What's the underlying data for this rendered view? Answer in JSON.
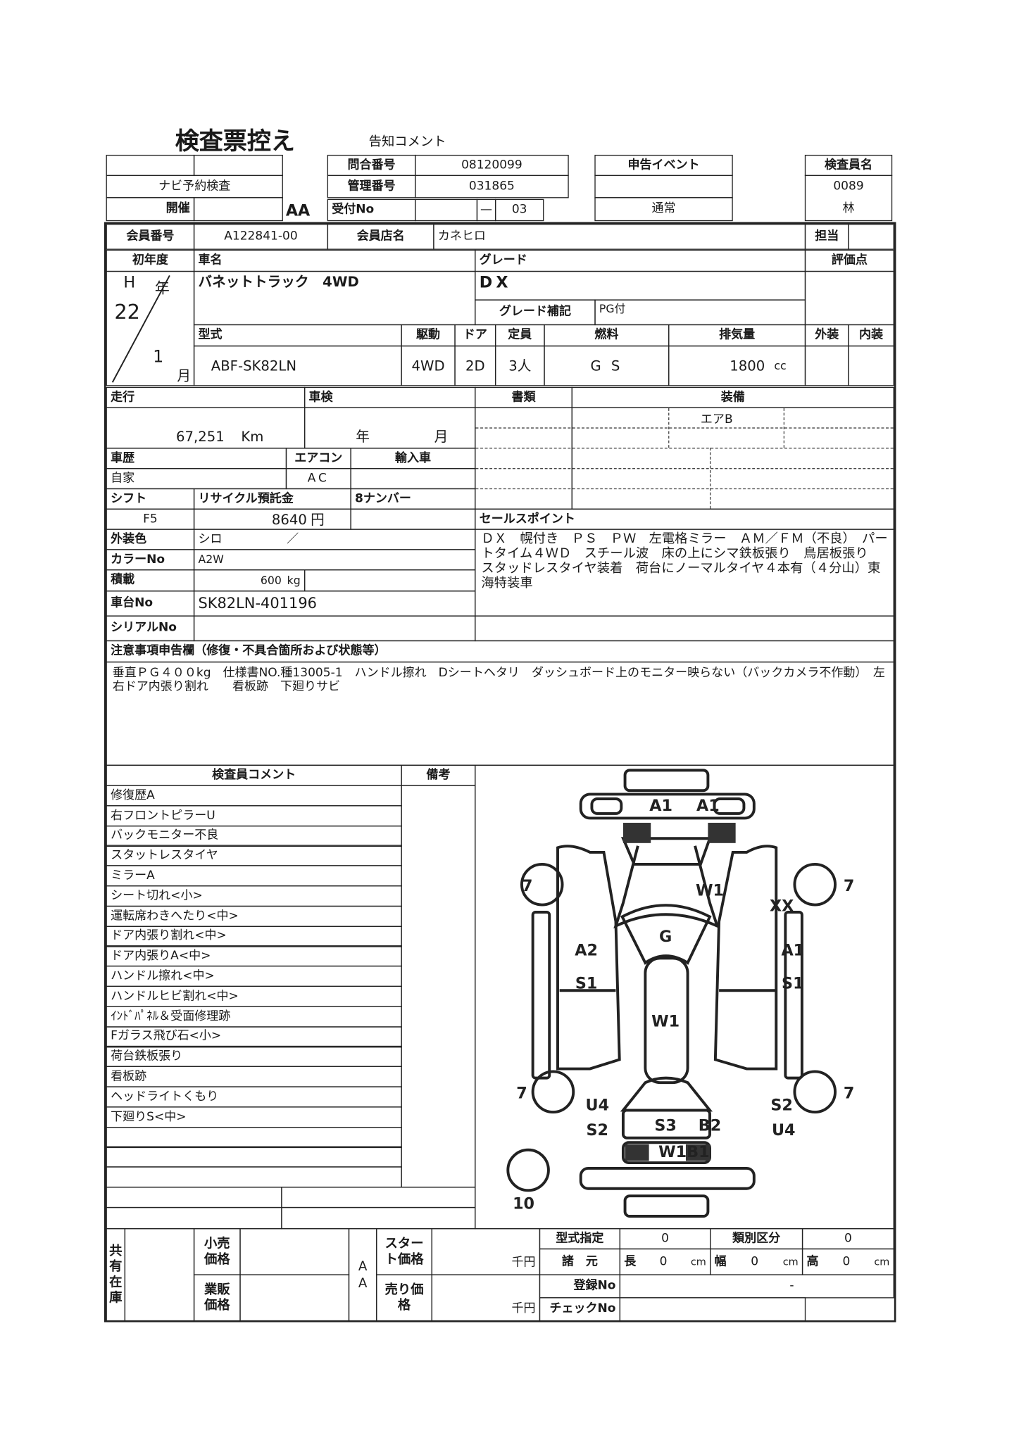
{
  "title": "検査票控え",
  "notice_label": "告知コメント",
  "header": {
    "navi": "ナビ予約検査",
    "kaisai_label": "開催",
    "kaisai_value": "AA",
    "inquiry_label": "問合番号",
    "inquiry_no": "08120099",
    "control_label": "管理番号",
    "control_no": "031865",
    "receipt_label": "受付No",
    "receipt_dash": "—",
    "receipt_no": "03",
    "event_label": "申告イベント",
    "event_value": "通常",
    "inspector_label": "検査員名",
    "inspector_code": "0089",
    "inspector_name": "林"
  },
  "member": {
    "no_label": "会員番号",
    "no": "A122841-00",
    "store_label": "会員店名",
    "store": "カネヒロ",
    "tanto_label": "担当"
  },
  "vehicle": {
    "first_year_label": "初年度",
    "era": "H",
    "year_unit": "年",
    "year": "22",
    "month": "1",
    "month_unit": "月",
    "name_label": "車名",
    "name": "バネットトラック　4WD",
    "grade_label": "グレード",
    "grade": "DX",
    "grade_note_label": "グレード補記",
    "grade_note": "PG付",
    "score_label": "評価点",
    "model_label": "型式",
    "model": "ABF-SK82LN",
    "drive_label": "駆動",
    "drive": "4WD",
    "door_label": "ドア",
    "door": "2D",
    "capacity_label": "定員",
    "capacity": "3人",
    "fuel_label": "燃料",
    "fuel": "G S",
    "displacement_label": "排気量",
    "displacement": "1800",
    "displacement_unit": "cc",
    "exterior_label": "外装",
    "interior_label": "内装"
  },
  "details": {
    "mileage_label": "走行",
    "mileage": "67,251",
    "mileage_unit": "Km",
    "shaken_label": "車検",
    "shaken_year_unit": "年",
    "shaken_month_unit": "月",
    "docs_label": "書類",
    "equipment_label": "装備",
    "equipment_item": "エアB",
    "history_label": "車歴",
    "history": "自家",
    "aircon_label": "エアコン",
    "aircon": "AC",
    "import_label": "輸入車",
    "shift_label": "シフト",
    "shift": "F5",
    "recycle_label": "リサイクル預託金",
    "recycle": "8640",
    "recycle_unit": "円",
    "eight_label": "8ナンバー",
    "color_label": "外装色",
    "color": "シロ",
    "color_sep": "／",
    "color_no_label": "カラーNo",
    "color_no": "A2W",
    "load_label": "積載",
    "load": "600",
    "load_unit": "kg",
    "chassis_label": "車台No",
    "chassis": "SK82LN-401196",
    "serial_label": "シリアルNo",
    "sales_label": "セールスポイント",
    "sales_text": "ＤＸ　幌付き　ＰＳ　ＰＷ　左電格ミラー　ＡＭ／ＦＭ（不良）　パートタイム４ＷＤ　スチール波　床の上にシマ鉄板張り　鳥居板張り　スタッドレスタイヤ装着　荷台にノーマルタイヤ４本有（４分山）東海特装車"
  },
  "notes": {
    "label": "注意事項申告欄（修復・不具合箇所および状態等）",
    "text": "垂直ＰＧ４００kg　仕様書NO.種13005-1　ハンドル擦れ　Dシートヘタリ　ダッシュボード上のモニター映らない（バックカメラ不作動）　左右ドア内張り割れ　　看板跡　下廻りサビ"
  },
  "inspector_comments": {
    "label": "検査員コメント",
    "remarks_label": "備考",
    "items": [
      "修復歴A",
      "右フロントピラーU",
      "バックモニター不良",
      "スタットレスタイヤ",
      "ミラーA",
      "シート切れ<小>",
      "運転席わきへたり<中>",
      "ドア内張り割れ<中>",
      "ドア内張りA<中>",
      "ハンドル擦れ<中>",
      "ハンドルヒビ割れ<中>",
      "ｲﾝﾄﾞﾊﾟﾈﾙ＆受面修理跡",
      "Fガラス飛び石<小>",
      "荷台鉄板張り",
      "看板跡",
      "ヘッドライトくもり",
      "下廻りS<中>",
      "",
      "",
      ""
    ]
  },
  "diagram": {
    "labels": [
      "A1",
      "A1",
      "W1",
      "7",
      "7",
      "XX",
      "G",
      "A2",
      "A1",
      "S1",
      "S1",
      "W1",
      "7",
      "7",
      "U4",
      "S2",
      "S2",
      "S3",
      "B2",
      "U4",
      "W1B1",
      "10"
    ]
  },
  "footer": {
    "shared_stock": "共有在庫",
    "retail_label": "小売価格",
    "wholesale_label": "業販価格",
    "aa": "AA",
    "start_label": "スタート価格",
    "sell_label": "売り価格",
    "unit_thousand_yen": "千円",
    "type_designation_label": "型式指定",
    "type_designation": "0",
    "class_label": "類別区分",
    "class_value": "0",
    "spec_label": "諸　元",
    "length_label": "長",
    "length": "0",
    "width_label": "幅",
    "width": "0",
    "height_label": "高",
    "height": "0",
    "cm": "cm",
    "reg_label": "登録No",
    "reg_value": "-",
    "check_label": "チェックNo"
  }
}
